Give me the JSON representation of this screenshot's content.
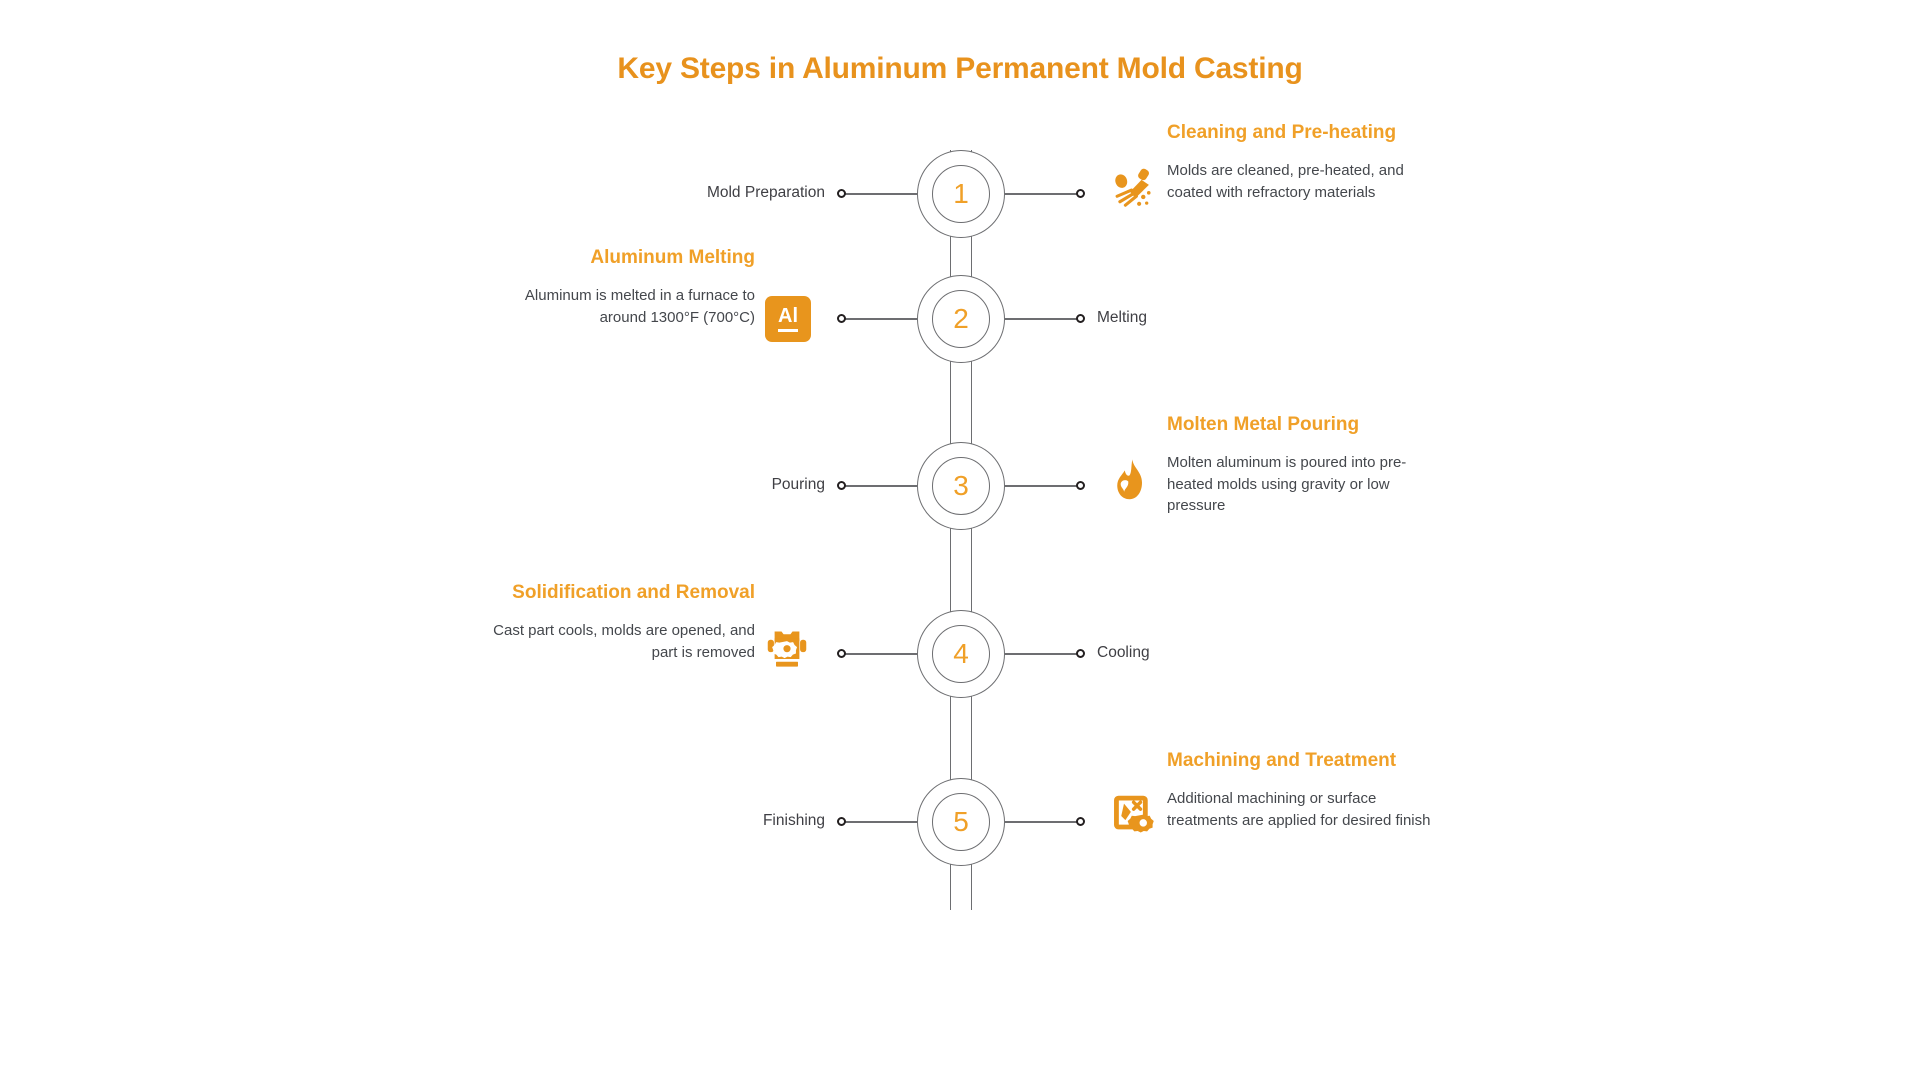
{
  "title": "Key Steps in Aluminum Permanent Mold Casting",
  "colors": {
    "accent": "#e8921d",
    "number": "#f0a028",
    "icon_box": "#e8951d",
    "line": "#6d6e71",
    "dot": "#231f20",
    "body_text": "#44474c",
    "mini_label": "#3f3f44",
    "background": "#ffffff"
  },
  "steps": [
    {
      "number": "1",
      "mini_label": "Mold Preparation",
      "mini_side": "left",
      "block_side": "right",
      "icon": "broom-sweeping-icon",
      "heading": "Cleaning and Pre-heating",
      "body": "Molds are cleaned, pre-heated, and coated with refractory materials"
    },
    {
      "number": "2",
      "mini_label": "Melting",
      "mini_side": "right",
      "block_side": "left",
      "icon": "aluminum-al-badge-icon",
      "icon_text": "Al",
      "heading": "Aluminum Melting",
      "body": "Aluminum is melted in a furnace to around 1300°F (700°C)"
    },
    {
      "number": "3",
      "mini_label": "Pouring",
      "mini_side": "left",
      "block_side": "right",
      "icon": "flame-icon",
      "heading": "Molten Metal Pouring",
      "body": "Molten aluminum is poured into pre-heated molds using gravity or low pressure"
    },
    {
      "number": "4",
      "mini_label": "Cooling",
      "mini_side": "right",
      "block_side": "left",
      "icon": "casting-machine-gear-icon",
      "heading": "Solidification and Removal",
      "body": "Cast part cools, molds are opened, and part is removed"
    },
    {
      "number": "5",
      "mini_label": "Finishing",
      "mini_side": "left",
      "block_side": "right",
      "icon": "machining-frame-gear-icon",
      "heading": "Machining and Treatment",
      "body": "Additional machining or surface treatments are applied for desired finish"
    }
  ]
}
